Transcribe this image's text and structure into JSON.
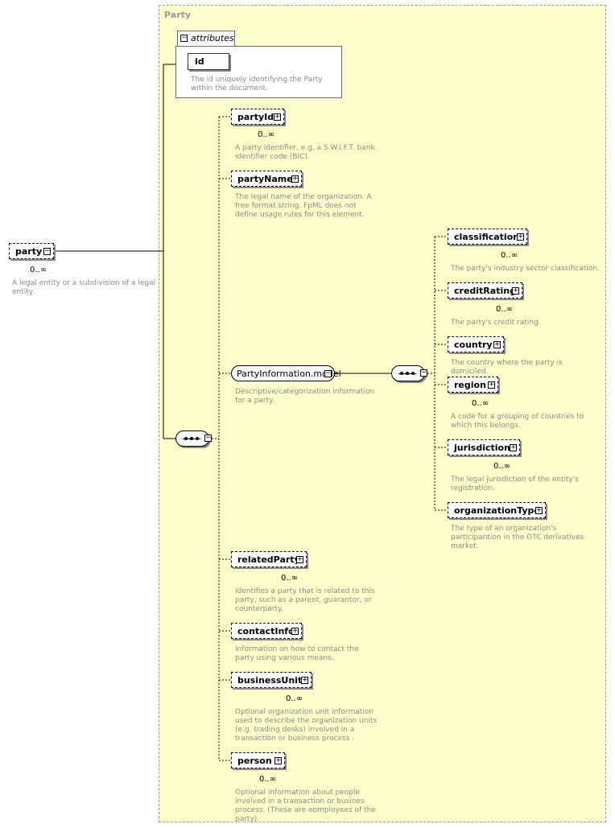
{
  "root": {
    "name": "party",
    "cardinality": "0..∞",
    "description": "A legal entity or a subdivision of a legal entity."
  },
  "complex_type": {
    "title": "Party",
    "attributes_label": "attributes",
    "attribute": {
      "name": "id",
      "description": "The id uniquely identifying the Party within the document."
    }
  },
  "elements": [
    {
      "name": "partyId",
      "cardinality": "0..∞",
      "description": "A party identifier, e.g. a S.W.I.F.T. bank identifier code (BIC)."
    },
    {
      "name": "partyName",
      "cardinality": "",
      "description": "The legal name of the organization. A free format string. FpML does not define usage rules for this element."
    },
    {
      "name": "PartyInformation.model",
      "cardinality": "",
      "description": "Descriptive/categorization information for a party."
    },
    {
      "name": "relatedParty",
      "cardinality": "0..∞",
      "description": "Identifies a party that is related to this party, such as a parent, guarantor, or counterparty."
    },
    {
      "name": "contactInfo",
      "cardinality": "",
      "description": "Information on how to contact the party using various means."
    },
    {
      "name": "businessUnit",
      "cardinality": "0..∞",
      "description": "Optional organization unit information used to describe the organization units (e.g. trading desks) involved in a transaction or business process ."
    },
    {
      "name": "person",
      "cardinality": "0..∞",
      "description": "Optional information about people involved in a transaction or busines process. (These are eomployees of the party)."
    }
  ],
  "model_elements": [
    {
      "name": "classification",
      "cardinality": "0..∞",
      "description": "The party's industry sector classification."
    },
    {
      "name": "creditRating",
      "cardinality": "0..∞",
      "description": "The party's credit rating."
    },
    {
      "name": "country",
      "cardinality": "",
      "description": "The country where the party is domiciled."
    },
    {
      "name": "region",
      "cardinality": "0..∞",
      "description": "A code for a grouping of countries to which this belongs."
    },
    {
      "name": "jurisdiction",
      "cardinality": "0..∞",
      "description": "The legal jurisdiction of the entity's registration."
    },
    {
      "name": "organizationType",
      "cardinality": "",
      "description": "The type of an organization's participantion in the OTC derivatives market."
    }
  ],
  "icons": {
    "expand": "plus-box-icon",
    "collapse": "minus-box-icon",
    "sequence": "sequence-compositor-icon"
  }
}
